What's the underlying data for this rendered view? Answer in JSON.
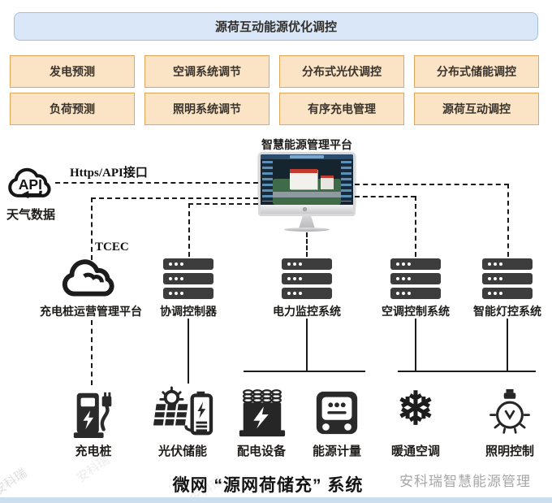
{
  "header": {
    "banner": "源荷互动能源优化调控"
  },
  "function_boxes": {
    "row1": [
      "发电预测",
      "空调系统调节",
      "分布式光伏调控",
      "分布式储能调控"
    ],
    "row2": [
      "负荷预测",
      "照明系统调节",
      "有序充电管理",
      "源荷互动调控"
    ]
  },
  "platform": {
    "label": "智慧能源管理平台"
  },
  "weather": {
    "cloud_text": "API",
    "label": "天气数据"
  },
  "links": {
    "api_link": "Https/API接口",
    "tcec": "TCEC"
  },
  "systems": [
    {
      "label": "充电桩运营管理平台",
      "icon": "cloud-icon"
    },
    {
      "label": "协调控制器",
      "icon": "server-stack-icon"
    },
    {
      "label": "电力监控系统",
      "icon": "server-stack-icon"
    },
    {
      "label": "空调控制系统",
      "icon": "server-stack-icon"
    },
    {
      "label": "智能灯控系统",
      "icon": "server-stack-icon"
    }
  ],
  "devices": [
    {
      "label": "充电桩",
      "icon": "ev-charger-icon"
    },
    {
      "label": "光伏储能",
      "icon": "solar-battery-icon"
    },
    {
      "label": "配电设备",
      "icon": "transformer-icon"
    },
    {
      "label": "能源计量",
      "icon": "energy-meter-icon"
    },
    {
      "label": "暖通空调",
      "icon": "snowflake-icon",
      "glyph": "❄"
    },
    {
      "label": "照明控制",
      "icon": "light-bulb-icon"
    }
  ],
  "footer": {
    "title": "微网 “源网荷储充” 系统",
    "watermark": "安科瑞智慧能源管理",
    "watermark_faint": "安科瑞"
  },
  "colors": {
    "banner_bg": "#d9e7f8",
    "banner_border": "#a3c0e0",
    "box_bg": "#fbe4c6",
    "box_border": "#e3a659",
    "line": "#1b1b1b",
    "icon": "#2f2f2f",
    "watermark": "#a6a6a6",
    "footer_strip": "#cbdff0"
  }
}
